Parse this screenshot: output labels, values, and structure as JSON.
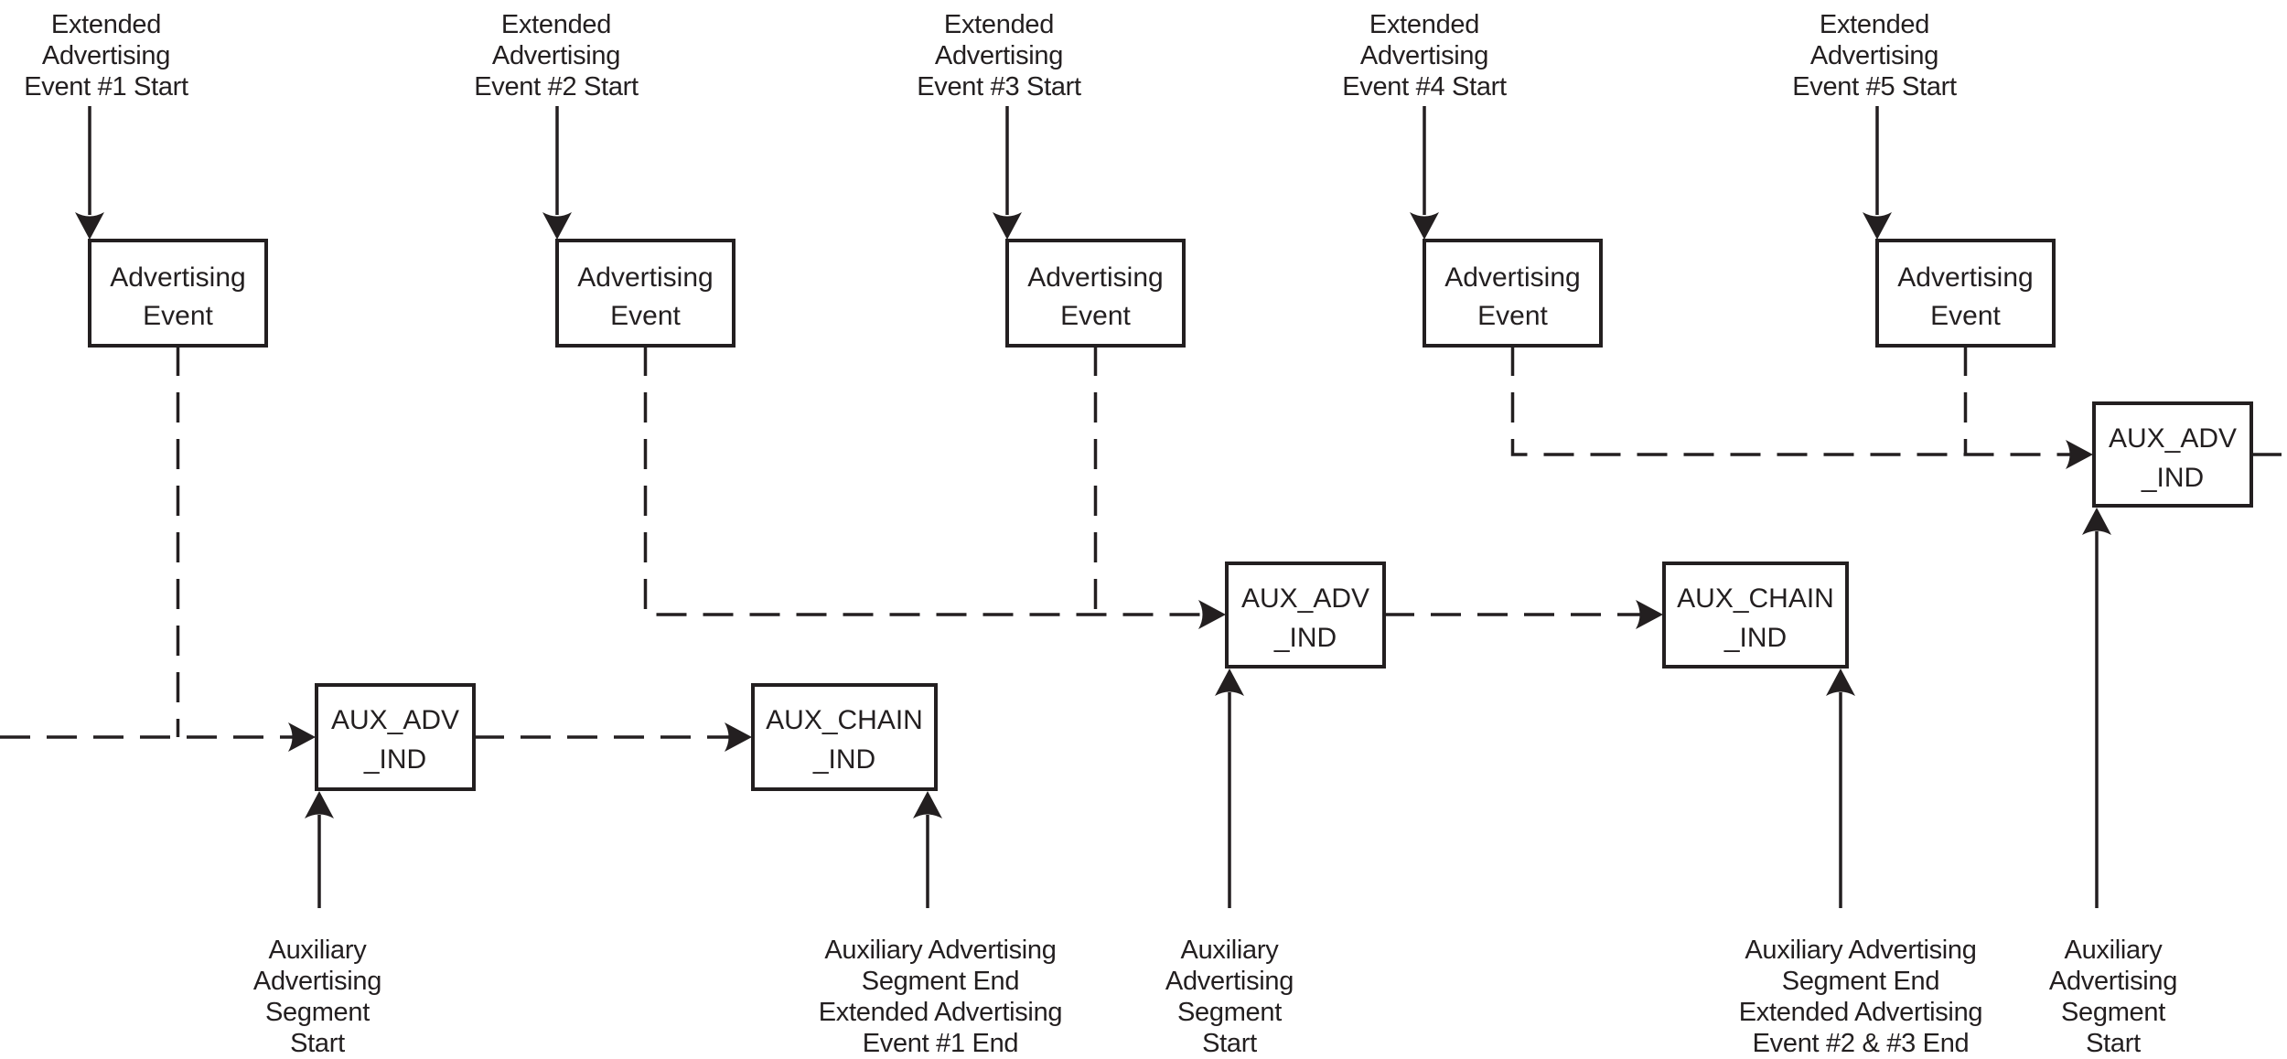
{
  "colors": {
    "ink": "#231f20",
    "background": "#ffffff"
  },
  "top_labels": [
    {
      "lines": [
        "Extended",
        "Advertising",
        "Event #1 Start"
      ]
    },
    {
      "lines": [
        "Extended",
        "Advertising",
        "Event #2 Start"
      ]
    },
    {
      "lines": [
        "Extended",
        "Advertising",
        "Event #3 Start"
      ]
    },
    {
      "lines": [
        "Extended",
        "Advertising",
        "Event #4 Start"
      ]
    },
    {
      "lines": [
        "Extended",
        "Advertising",
        "Event #5 Start"
      ]
    }
  ],
  "event_box": {
    "line1": "Advertising",
    "line2": "Event"
  },
  "aux_boxes": [
    {
      "line1": "AUX_ADV",
      "line2": "_IND"
    },
    {
      "line1": "AUX_CHAIN",
      "line2": "_IND"
    },
    {
      "line1": "AUX_ADV",
      "line2": "_IND"
    },
    {
      "line1": "AUX_CHAIN",
      "line2": "_IND"
    },
    {
      "line1": "AUX_ADV",
      "line2": "_IND"
    }
  ],
  "bottom_labels": [
    {
      "lines": [
        "Auxiliary",
        "Advertising",
        "Segment",
        "Start"
      ]
    },
    {
      "lines": [
        "Auxiliary Advertising",
        "Segment End",
        "Extended Advertising",
        "Event #1 End"
      ]
    },
    {
      "lines": [
        "Auxiliary",
        "Advertising",
        "Segment",
        "Start"
      ]
    },
    {
      "lines": [
        "Auxiliary Advertising",
        "Segment End",
        "Extended Advertising",
        "Event #2 & #3 End"
      ]
    },
    {
      "lines": [
        "Auxiliary",
        "Advertising",
        "Segment",
        "Start"
      ]
    }
  ]
}
